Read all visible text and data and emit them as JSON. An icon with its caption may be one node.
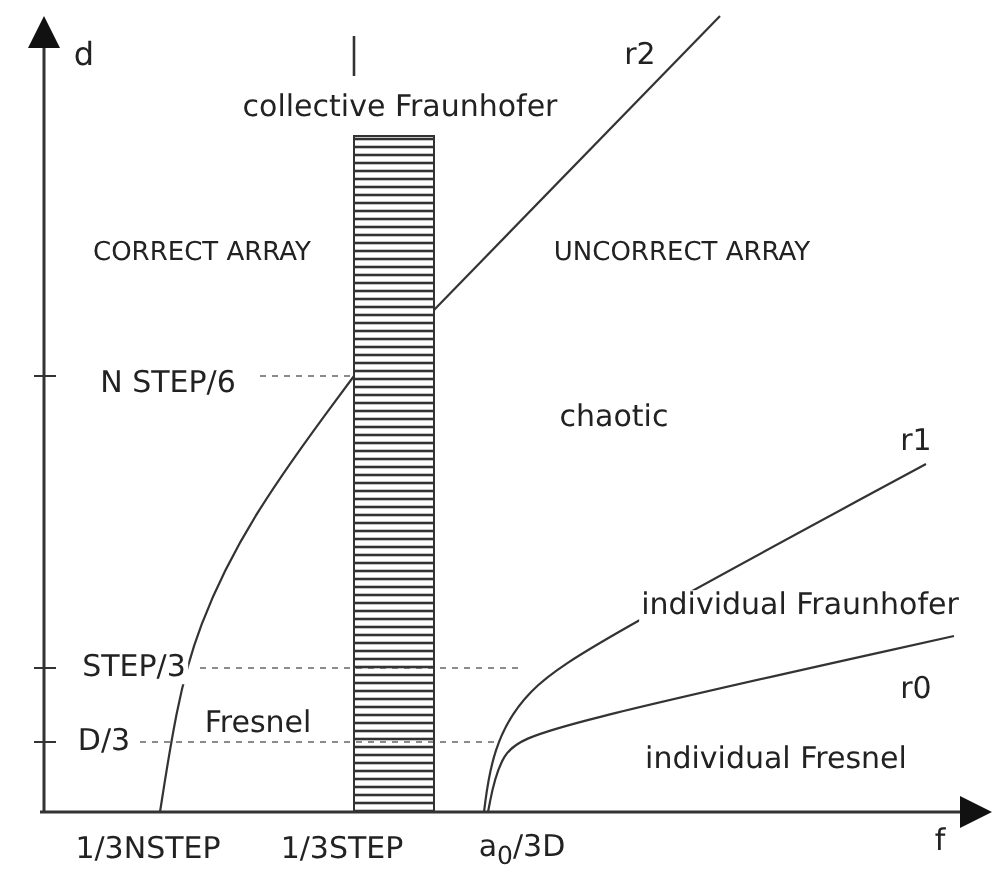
{
  "diagram": {
    "labels": [
      "d",
      "collective Fraunhofer",
      "r2",
      "CORRECT ARRAY",
      "UNCORRECT ARRAY",
      "N STEP/6",
      "chaotic",
      "r1",
      "individual Fraunhofer",
      "STEP/3",
      "r0",
      "Fresnel",
      "D/3",
      "individual Fresnel",
      "1/3NSTEP",
      "1/3STEP",
      "a$_{0}$/3D",
      "f"
    ]
  }
}
